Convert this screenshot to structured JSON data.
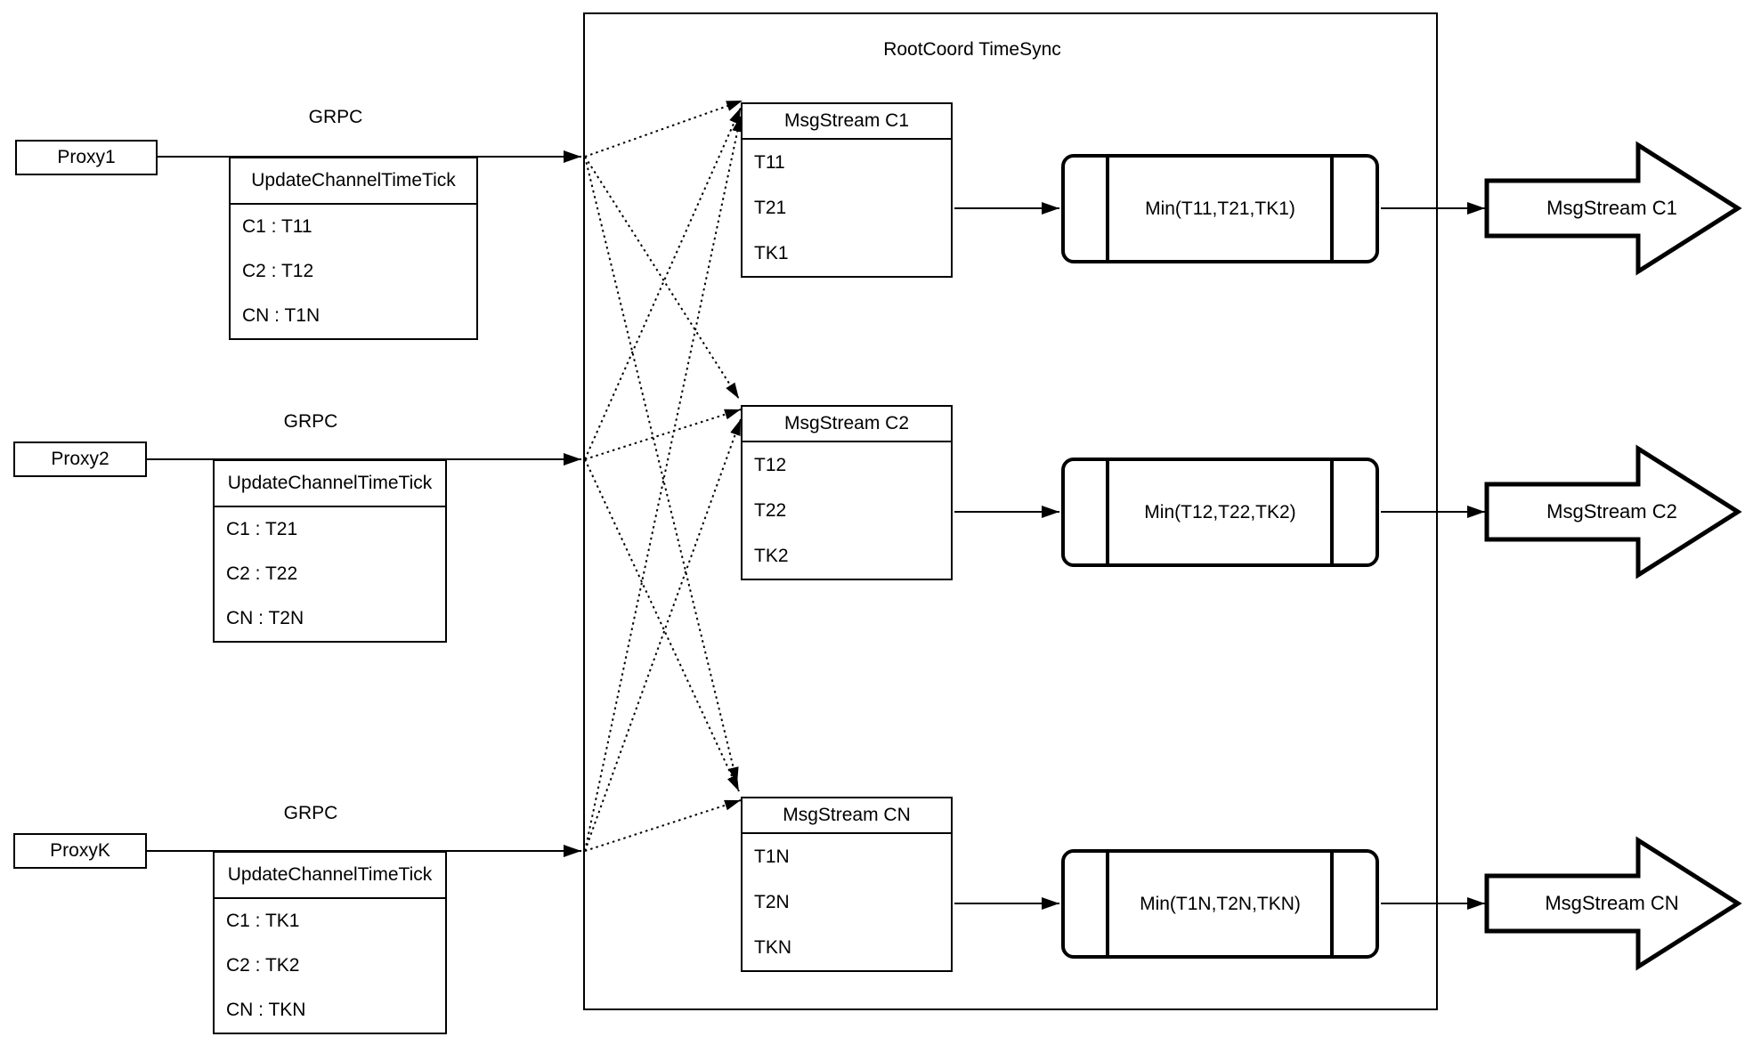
{
  "container": {
    "title": "RootCoord TimeSync"
  },
  "rows": [
    {
      "proxy_label": "Proxy1",
      "grpc_label": "GRPC",
      "update_table": {
        "header": "UpdateChannelTimeTick",
        "entries": [
          "C1 :  T11",
          "C2 :  T12",
          "CN : T1N"
        ]
      },
      "msgstream_box": {
        "header": "MsgStream C1",
        "entries": [
          "T11",
          "T21",
          "TK1"
        ]
      },
      "min_label": "Min(T11,T21,TK1)",
      "output_label": "MsgStream C1"
    },
    {
      "proxy_label": "Proxy2",
      "grpc_label": "GRPC",
      "update_table": {
        "header": "UpdateChannelTimeTick",
        "entries": [
          "C1 :  T21",
          "C2 :  T22",
          "CN : T2N"
        ]
      },
      "msgstream_box": {
        "header": "MsgStream C2",
        "entries": [
          "T12",
          "T22",
          "TK2"
        ]
      },
      "min_label": "Min(T12,T22,TK2)",
      "output_label": "MsgStream C2"
    },
    {
      "proxy_label": "ProxyK",
      "grpc_label": "GRPC",
      "update_table": {
        "header": "UpdateChannelTimeTick",
        "entries": [
          "C1 :  TK1",
          "C2 :  TK2",
          "CN : TKN"
        ]
      },
      "msgstream_box": {
        "header": "MsgStream CN",
        "entries": [
          "T1N",
          "T2N",
          "TKN"
        ]
      },
      "min_label": "Min(T1N,T2N,TKN)",
      "output_label": "MsgStream CN"
    }
  ],
  "colors": {
    "line": "#000000",
    "background": "#ffffff"
  }
}
